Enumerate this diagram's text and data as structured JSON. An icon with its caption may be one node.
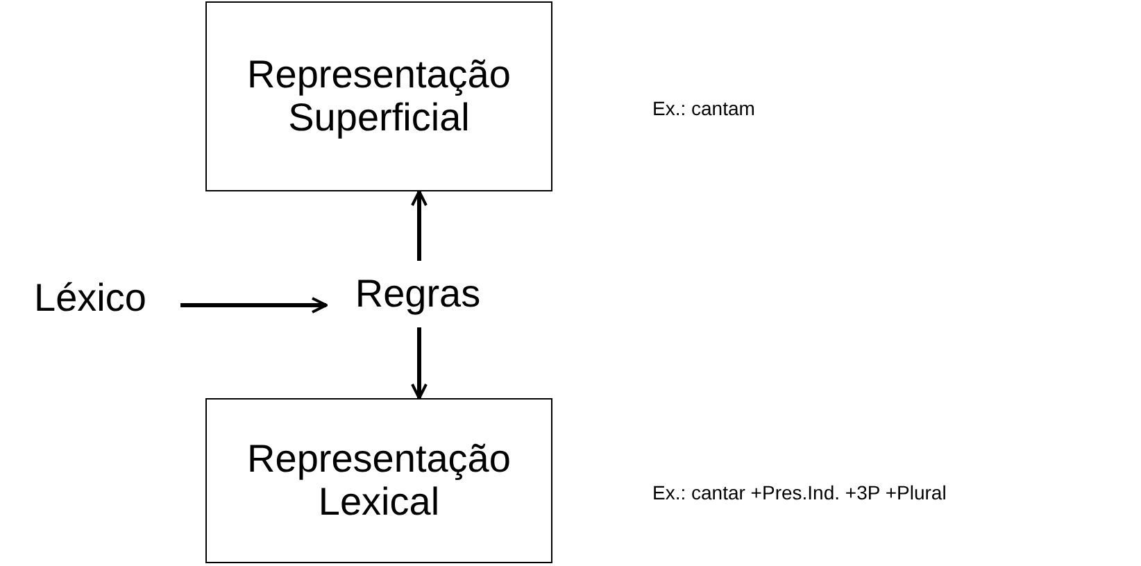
{
  "diagram": {
    "nodes": [
      {
        "text": [
          "Representação Superficial"
        ]
      },
      {
        "text": [
          "Léxico"
        ]
      },
      {
        "text": [
          "Regras"
        ]
      },
      {
        "text": [
          "Representação Lexical"
        ]
      }
    ],
    "edges": [
      {
        "from": 1,
        "to": 2,
        "arrow": "to"
      },
      {
        "from": 2,
        "to": 0,
        "arrow": "to"
      },
      {
        "from": 2,
        "to": 3,
        "arrow": "to"
      }
    ],
    "labels": [
      "Ex.: cantam",
      "Ex.: cantar +Pres.Ind. +3P +Plural"
    ]
  }
}
